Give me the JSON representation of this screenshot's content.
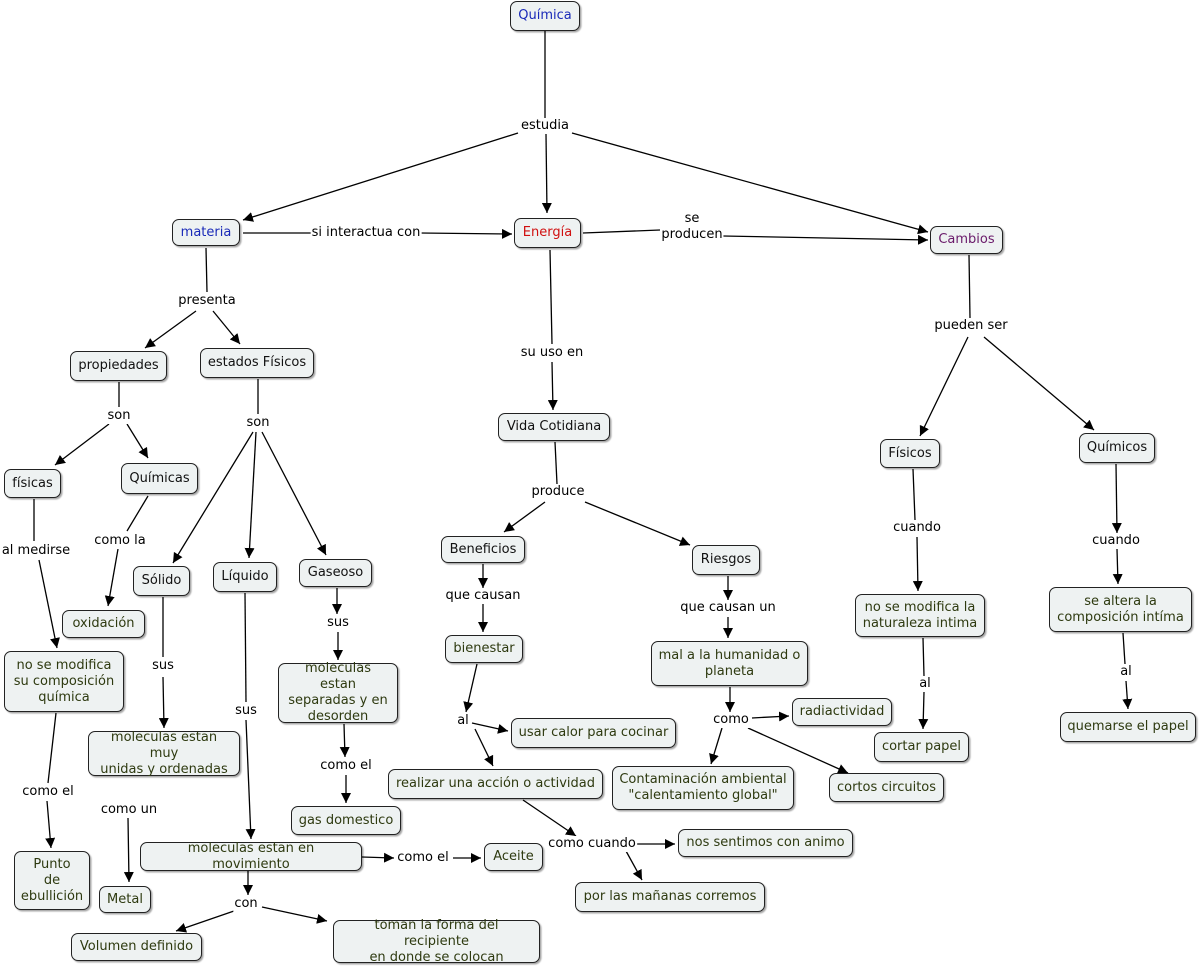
{
  "colors": {
    "quimica": "#1a2ab8",
    "materia": "#1a2ab8",
    "energia": "#d01010",
    "cambios": "#6a1a6a",
    "leaf_text": "#2e3a10",
    "node_bg": "#eef2f2"
  },
  "concepts": {
    "quimica": "Química",
    "materia": "materia",
    "energia": "Energía",
    "cambios": "Cambios",
    "propiedades": "propiedades",
    "estados": "estados Físicos",
    "fisicas": "físicas",
    "quimicas": "Químicas",
    "oxidacion": "oxidación",
    "no_modifica_comp": "no se modifica\nsu composición\nquímica",
    "punto_ebullicion": "Punto\nde\nebullición",
    "solido": "Sólido",
    "liquido": "Líquido",
    "gaseoso": "Gaseoso",
    "mol_unidas": "moleculas estan muy\nunidas y ordenadas",
    "metal": "Metal",
    "mol_separadas": "moleculas estan\nseparadas y en\ndesorden",
    "gas_domestico": "gas domestico",
    "mol_movimiento": "moleculas estan en movimiento",
    "aceite": "Aceite",
    "volumen": "Volumen definido",
    "toman_forma": "toman la forma del recipiente\nen donde se colocan",
    "vida": "Vida Cotidiana",
    "beneficios": "Beneficios",
    "riesgos": "Riesgos",
    "bienestar": "bienestar",
    "usar_calor": "usar calor para cocinar",
    "realizar": "realizar una acción o actividad",
    "nos_sentimos": "nos sentimos con animo",
    "mananas": "por las mañanas corremos",
    "mal": "mal a la humanidad o\nplaneta",
    "radiactividad": "radiactividad",
    "contaminacion": "Contaminación ambiental\n\"calentamiento global\"",
    "cortos": "cortos circuitos",
    "fisicos": "Físicos",
    "quimicos": "Químicos",
    "no_modifica_nat": "no se modifica la\nnaturaleza intima",
    "cortar": "cortar papel",
    "altera": "se altera la\ncomposición intíma",
    "quemarse": "quemarse el papel"
  },
  "links": {
    "estudia": "estudia",
    "si_interactua": "si interactua con",
    "se_producen": "se\nproducen",
    "presenta": "presenta",
    "son_prop": "son",
    "son_est": "son",
    "al_medirse": "al medirse",
    "como_la": "como la",
    "como_el_punto": "como el",
    "sus_solido": "sus",
    "como_un": "como un",
    "sus_liquido": "sus",
    "sus_gaseoso": "sus",
    "como_el_gas": "como el",
    "como_el_aceite": "como el",
    "con": "con",
    "su_uso_en": "su uso en",
    "produce": "produce",
    "que_causan": "que causan",
    "al_ben": "al",
    "como_cuando": "como cuando",
    "que_causan_un": "que causan un",
    "como_riesgo": "como",
    "pueden_ser": "pueden ser",
    "cuando_fis": "cuando",
    "al_fis": "al",
    "cuando_quim": "cuando",
    "al_quim": "al"
  }
}
